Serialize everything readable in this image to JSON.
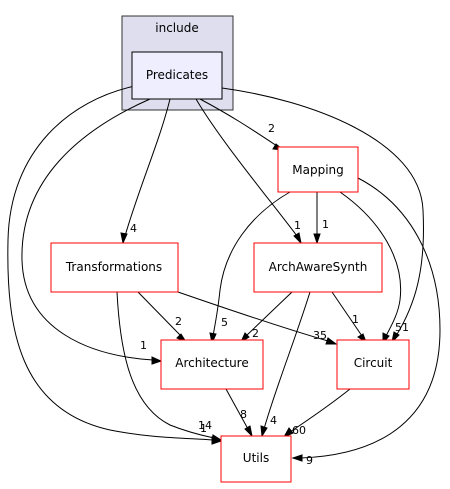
{
  "cluster": {
    "label": "include",
    "fill": "#dedeee",
    "stroke": "#333333"
  },
  "nodes": {
    "predicates": {
      "label": "Predicates",
      "fill": "#eeeeff",
      "stroke": "#000000"
    },
    "mapping": {
      "label": "Mapping"
    },
    "transformations": {
      "label": "Transformations"
    },
    "archawaresynth": {
      "label": "ArchAwareSynth"
    },
    "architecture": {
      "label": "Architecture"
    },
    "circuit": {
      "label": "Circuit"
    },
    "utils": {
      "label": "Utils"
    }
  },
  "edge_labels": {
    "pred_mapping": "2",
    "pred_transformations": "4",
    "pred_archawaresynth": "1",
    "pred_architecture": "1",
    "pred_circuit": "1",
    "pred_utils": "1",
    "mapping_archawaresynth": "1",
    "mapping_architecture": "5",
    "mapping_circuit": "5",
    "mapping_utils": "9",
    "transformations_architecture": "2",
    "transformations_circuit": "35",
    "transformations_utils": "14",
    "archawaresynth_architecture": "2",
    "archawaresynth_circuit": "1",
    "archawaresynth_utils": "4",
    "architecture_utils": "8",
    "circuit_utils": "60"
  },
  "colors": {
    "node_border": "#ff0000",
    "edge": "#000000"
  }
}
